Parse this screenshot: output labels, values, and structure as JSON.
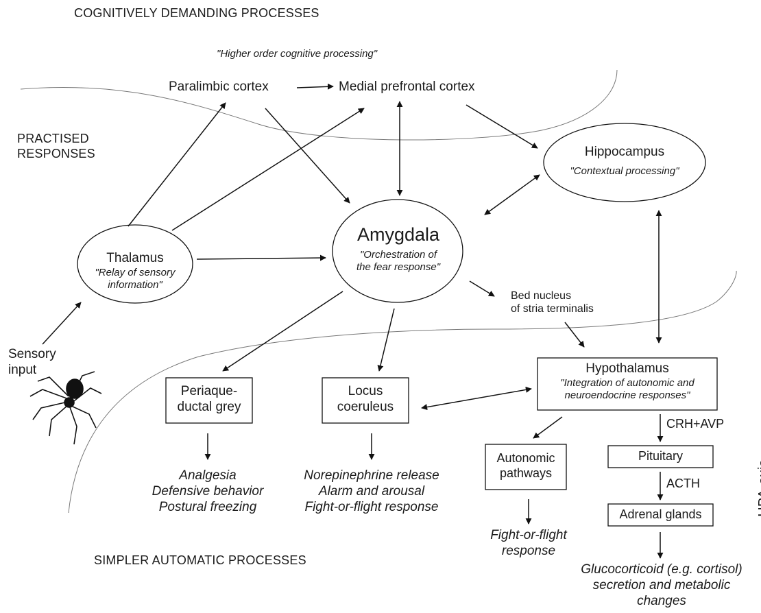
{
  "regions": {
    "cognitive": "COGNITIVELY DEMANDING PROCESSES",
    "practised": [
      "PRACTISED",
      "RESPONSES"
    ],
    "simpler": "SIMPLER AUTOMATIC PROCESSES",
    "hpa": "HPA-axis"
  },
  "higher_order": "\"Higher order cognitive processing\"",
  "nodes": {
    "paralimbic": "Paralimbic cortex",
    "mpfc": "Medial prefrontal cortex",
    "hippocampus": {
      "name": "Hippocampus",
      "quote": "\"Contextual processing\""
    },
    "amygdala": {
      "name": "Amygdala",
      "quote": [
        "\"Orchestration of",
        "the fear response\""
      ]
    },
    "thalamus": {
      "name": "Thalamus",
      "quote": [
        "\"Relay of sensory",
        "information\""
      ]
    },
    "sensory": [
      "Sensory",
      "input"
    ],
    "bnst": [
      "Bed nucleus",
      "of stria terminalis"
    ],
    "hypothalamus": {
      "name": "Hypothalamus",
      "quote": [
        "\"Integration of autonomic and",
        "neuroendocrine responses\""
      ]
    },
    "pag": [
      "Periaque-",
      "ductal grey"
    ],
    "lc": [
      "Locus",
      "coeruleus"
    ],
    "autonomic": [
      "Autonomic",
      "pathways"
    ],
    "pituitary": "Pituitary",
    "adrenal": "Adrenal glands"
  },
  "edge_labels": {
    "crh": "CRH+AVP",
    "acth": "ACTH"
  },
  "outputs": {
    "pag": [
      "Analgesia",
      "Defensive behavior",
      "Postural freezing"
    ],
    "lc": [
      "Norepinephrine release",
      "Alarm and arousal",
      "Fight-or-flight response"
    ],
    "autonomic": [
      "Fight-or-flight",
      "response"
    ],
    "adrenal": [
      "Glucocorticoid (e.g. cortisol)",
      "secretion and metabolic",
      "changes"
    ]
  }
}
